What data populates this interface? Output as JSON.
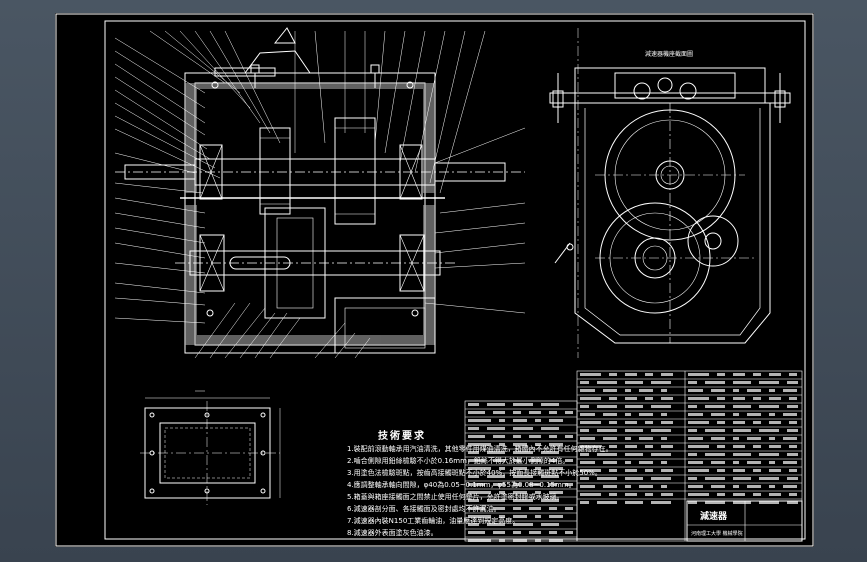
{
  "drawing": {
    "view_title": "減速器機座截面圖",
    "notes_title": "技術要求",
    "notes": [
      "1.裝配前滾動軸承用汽油清洗，其他零件用煤油清洗，箱體內不允許有任何雜物存在。",
      "2.嚙合側隙用鉛絲檢驗不小於0.16mm，鉛絲不得大於最小側隙的4倍。",
      "3.用塗色法檢驗斑點，按齒高接觸斑點不小於40%，按齒長接觸斑點不小於50%。",
      "4.應調整軸承軸向間隙，φ40為0.05~0.1mm，φ55為0.08~0.15mm。",
      "5.箱蓋與箱座接觸面之間禁止使用任何墊片，允許塗密封膠或水玻璃。",
      "6.減速器剖分面、各接觸面及密封處均不許漏油。",
      "7.減速器內裝N150工業齒輪油，油量應達到規定高度。",
      "8.減速器外表面塗灰色油漆。"
    ],
    "title_block": {
      "name": "減速器",
      "footer": "河南理工大學 機械學院"
    },
    "colors": {
      "sheet": "#000000",
      "line": "#ffffff",
      "dim": "#ffffff",
      "border": "#ffffff",
      "viewport": "#45515d"
    }
  }
}
